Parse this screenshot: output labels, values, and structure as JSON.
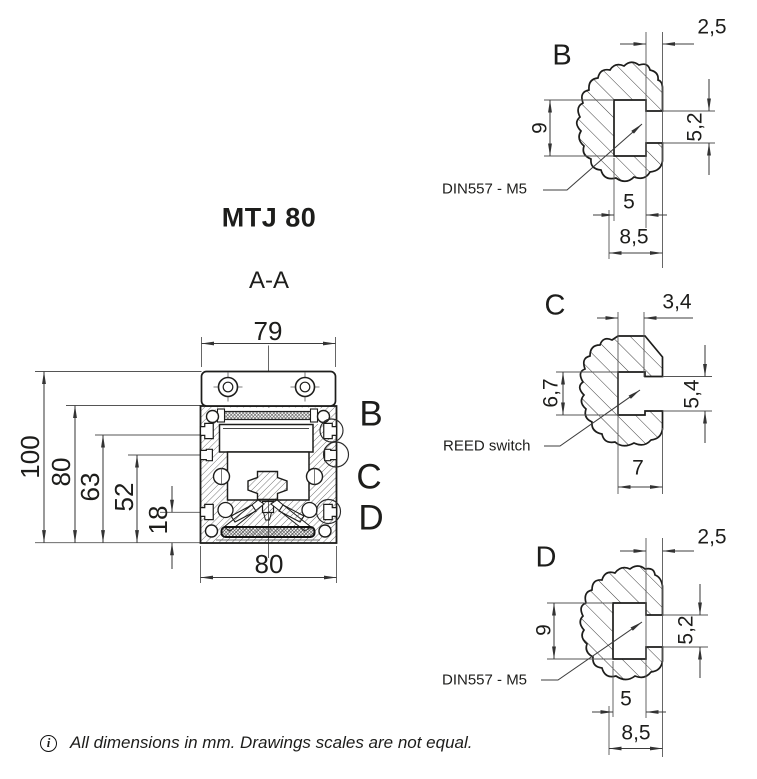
{
  "title": "MTJ 80",
  "section_label": "A-A",
  "note": {
    "icon": "i",
    "text": "All dimensions in mm. Drawings scales are not equal."
  },
  "main_view": {
    "dim_top_width": "79",
    "dim_bottom_width": "80",
    "dim_total_height": "100",
    "dim_height_80": "80",
    "dim_height_63": "63",
    "dim_height_52": "52",
    "dim_height_18": "18",
    "marker_b": "B",
    "marker_c": "C",
    "marker_d": "D"
  },
  "detail_b": {
    "label": "B",
    "callout": "DIN557 - M5",
    "dim_top": "2,5",
    "dim_left": "9",
    "dim_right": "5,2",
    "dim_slot": "5",
    "dim_bottom": "8,5"
  },
  "detail_c": {
    "label": "C",
    "callout": "REED switch",
    "dim_top": "3,4",
    "dim_left": "6,7",
    "dim_right": "5,4",
    "dim_bottom": "7"
  },
  "detail_d": {
    "label": "D",
    "callout": "DIN557 - M5",
    "dim_top": "2,5",
    "dim_left": "9",
    "dim_right": "5,2",
    "dim_slot": "5",
    "dim_bottom": "8,5"
  },
  "colors": {
    "line": "#1d1d1b",
    "dim": "#444444",
    "background": "#ffffff"
  }
}
